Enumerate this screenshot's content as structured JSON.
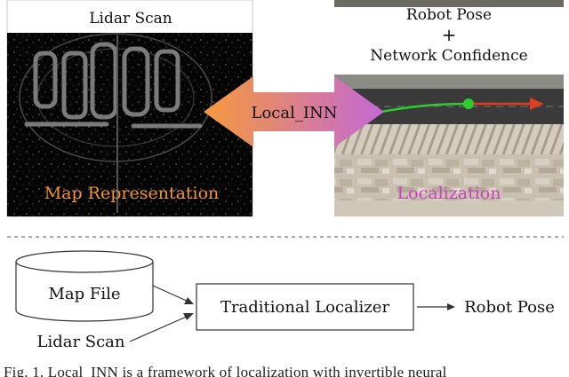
{
  "top": {
    "lidar_panel": {
      "title": "Lidar Scan",
      "overlay": "Map Representation",
      "overlay_color": "#f0943a"
    },
    "camera_panel": {
      "title_line1": "Robot Pose",
      "title_plus": "+",
      "title_line2": "Network Confidence",
      "overlay": "Localization",
      "overlay_color": "#c93fc4"
    },
    "arrow": {
      "label": "Local_INN",
      "gradient_start": "#f59a3c",
      "gradient_end": "#c468d6"
    },
    "trajectory": {
      "path_color": "#2ecc2e",
      "heading_color": "#e03c20"
    }
  },
  "bottom": {
    "map_file": "Map File",
    "lidar_scan": "Lidar Scan",
    "localizer": "Traditional Localizer",
    "output": "Robot Pose"
  },
  "caption": "Fig. 1.   Local_INN is a framework of localization with invertible neural"
}
